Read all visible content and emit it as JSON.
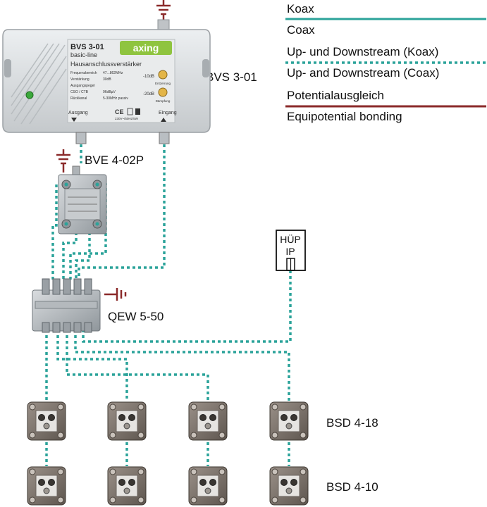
{
  "legend": {
    "koax": "Koax",
    "coax": "Coax",
    "updown_de": "Up- und Downstream (Koax)",
    "updown_en": "Up- and Downstream (Coax)",
    "pa_de": "Potentialausgleich",
    "pa_en": "Equipotential bonding"
  },
  "labels": {
    "bvs": "BVS 3-01",
    "bve": "BVE 4-02P",
    "qew": "QEW 5-50",
    "bsd418": "BSD 4-18",
    "bsd410": "BSD 4-10"
  },
  "hup": {
    "line1": "HÜP",
    "line2": "IP"
  },
  "amplifier": {
    "model": "BVS 3-01",
    "line": "basic-line",
    "brand": "axing",
    "title": "Hausanschlussverstärker",
    "specs": [
      [
        "Frequenzbereich",
        "47...862MHz"
      ],
      [
        "Verstärkung",
        "30dB"
      ],
      [
        "Ausgangspegel",
        ""
      ],
      [
        "CSO / CTB",
        "96dBµV"
      ],
      [
        "Rückkanal",
        "5-30MHz passiv"
      ]
    ],
    "knob1": "-10dB",
    "knob1_sub": "Entzerrung",
    "knob2": "-20dB",
    "knob2_sub": "Dämpfung",
    "out_label": "Ausgang",
    "in_label": "Eingang",
    "power": "230V~/50Hz/5W"
  },
  "colors": {
    "coax": "#2ba39a",
    "bonding": "#8b2a2a"
  }
}
